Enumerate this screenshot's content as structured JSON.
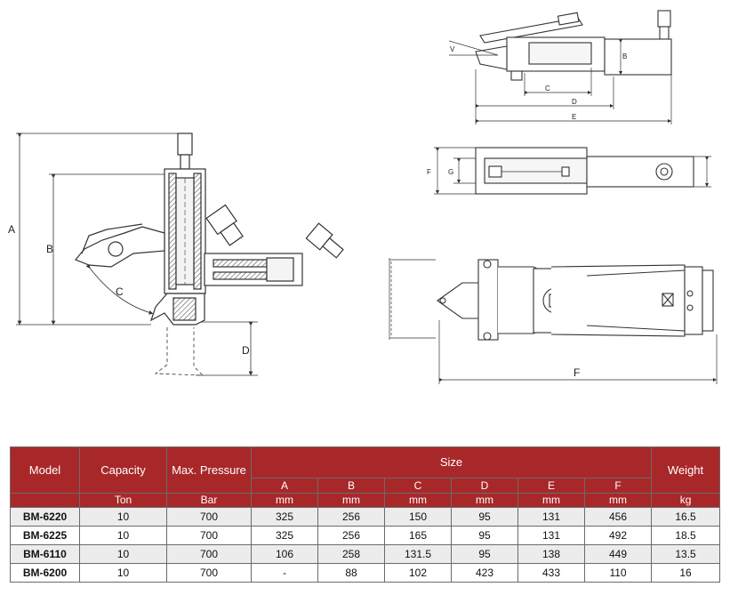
{
  "drawing_labels": {
    "side_view": {
      "A": "A",
      "B": "B",
      "C": "C",
      "D": "D"
    },
    "top_right_view": {
      "V": "V",
      "B": "B",
      "C": "C",
      "D": "D",
      "E": "E"
    },
    "middle_right_view": {
      "F": "F",
      "G": "G"
    },
    "bottom_right_view": {
      "F": "F"
    }
  },
  "table": {
    "headers": {
      "model": "Model",
      "capacity": "Capacity",
      "max_pressure": "Max. Pressure",
      "size": "Size",
      "weight": "Weight"
    },
    "size_columns": [
      "A",
      "B",
      "C",
      "D",
      "E",
      "F"
    ],
    "units": {
      "capacity": "Ton",
      "max_pressure": "Bar",
      "size": [
        "mm",
        "mm",
        "mm",
        "mm",
        "mm",
        "mm"
      ],
      "weight": "kg"
    },
    "rows": [
      {
        "model": "BM-6220",
        "capacity": "10",
        "pressure": "700",
        "A": "325",
        "B": "256",
        "C": "150",
        "D": "95",
        "E": "131",
        "F": "456",
        "weight": "16.5"
      },
      {
        "model": "BM-6225",
        "capacity": "10",
        "pressure": "700",
        "A": "325",
        "B": "256",
        "C": "165",
        "D": "95",
        "E": "131",
        "F": "492",
        "weight": "18.5"
      },
      {
        "model": "BM-6110",
        "capacity": "10",
        "pressure": "700",
        "A": "106",
        "B": "258",
        "C": "131.5",
        "D": "95",
        "E": "138",
        "F": "449",
        "weight": "13.5"
      },
      {
        "model": "BM-6200",
        "capacity": "10",
        "pressure": "700",
        "A": "-",
        "B": "88",
        "C": "102",
        "D": "423",
        "E": "433",
        "F": "110",
        "weight": "16"
      }
    ]
  },
  "colors": {
    "header_bg": "#a8282a",
    "header_text": "#ffffff",
    "row_alt_bg": "#ececec",
    "line": "#333333"
  }
}
